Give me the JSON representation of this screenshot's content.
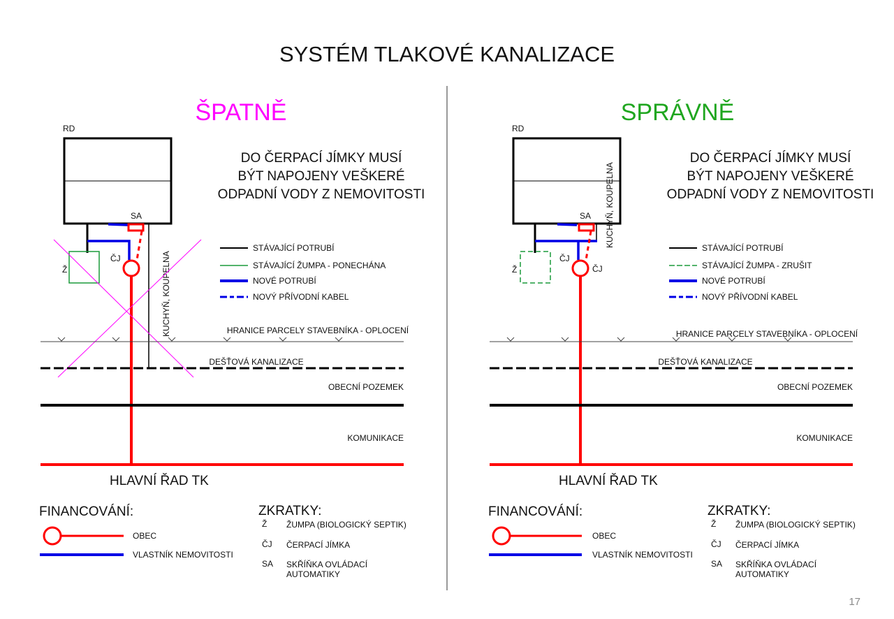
{
  "title": "SYSTÉM TLAKOVÉ KANALIZACE",
  "page_number": "17",
  "colors": {
    "wrong": "#ff00ff",
    "right": "#1fa61f",
    "red": "#ff0000",
    "blue": "#0000e6",
    "green": "#1a9a3a"
  },
  "left": {
    "heading": "ŠPATNĚ",
    "rd": "RD",
    "sa": "SA",
    "zumpa": "Ž",
    "cj": "ČJ",
    "kuchyn": "KUCHYŇ, KOUPELNA",
    "statement": [
      "DO ČERPACÍ JÍMKY MUSÍ",
      "BÝT NAPOJENY VEŠKERÉ",
      "ODPADNÍ VODY Z NEMOVITOSTI"
    ],
    "legend": [
      "STÁVAJÍCÍ POTRUBÍ",
      "STÁVAJÍCÍ ŽUMPA - PONECHÁNA",
      "NOVÉ POTRUBÍ",
      "NOVÝ PŘÍVODNÍ KABEL"
    ],
    "hranice": "HRANICE PARCELY STAVEBNÍKA - OPLOCENÍ",
    "destova": "DEŠŤOVÁ KANALIZACE",
    "obecni": "OBECNÍ POZEMEK",
    "komunikace": "KOMUNIKACE",
    "hlavni": "HLAVNÍ ŘAD TK",
    "financovani": "FINANCOVÁNÍ:",
    "fin_obec": "OBEC",
    "fin_vlastnik": "VLASTNÍK NEMOVITOSTI",
    "zkratky": "ZKRATKY:",
    "abbr": [
      {
        "k": "Ž",
        "v": "ŽUMPA (BIOLOGICKÝ SEPTIK)"
      },
      {
        "k": "ČJ",
        "v": "ČERPACÍ JÍMKA"
      },
      {
        "k": "SA",
        "v": "SKŘÍŇKA OVLÁDACÍ",
        "v2": "AUTOMATIKY"
      }
    ]
  },
  "right": {
    "heading": "SPRÁVNĚ",
    "rd": "RD",
    "sa": "SA",
    "zumpa": "Ž",
    "cj": "ČJ",
    "cj2": "ČJ",
    "kuchyn": "KUCHYŇ, KOUPELNA",
    "statement": [
      "DO ČERPACÍ JÍMKY MUSÍ",
      "BÝT NAPOJENY VEŠKERÉ",
      "ODPADNÍ VODY Z NEMOVITOSTI"
    ],
    "legend": [
      "STÁVAJÍCÍ POTRUBÍ",
      "STÁVAJÍCÍ ŽUMPA - ZRUŠIT",
      "NOVÉ POTRUBÍ",
      "NOVÝ PŘÍVODNÍ KABEL"
    ],
    "hranice": "HRANICE PARCELY STAVEBNÍKA - OPLOCENÍ",
    "destova": "DEŠŤOVÁ KANALIZACE",
    "obecni": "OBECNÍ POZEMEK",
    "komunikace": "KOMUNIKACE",
    "hlavni": "HLAVNÍ ŘAD TK",
    "financovani": "FINANCOVÁNÍ:",
    "fin_obec": "OBEC",
    "fin_vlastnik": "VLASTNÍK NEMOVITOSTI",
    "zkratky": "ZKRATKY:",
    "abbr": [
      {
        "k": "Ž",
        "v": "ŽUMPA (BIOLOGICKÝ SEPTIK)"
      },
      {
        "k": "ČJ",
        "v": "ČERPACÍ JÍMKA"
      },
      {
        "k": "SA",
        "v": "SKŘÍŇKA OVLÁDACÍ",
        "v2": "AUTOMATIKY"
      }
    ]
  }
}
